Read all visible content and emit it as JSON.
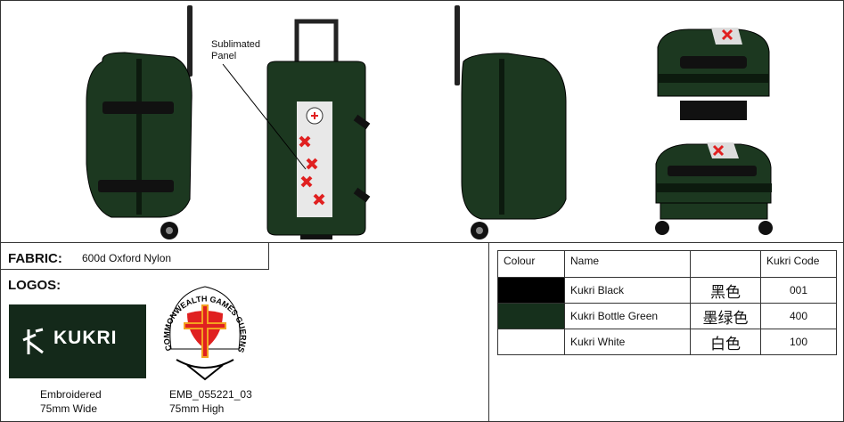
{
  "callout": {
    "line1": "Sublimated",
    "line2": "Panel"
  },
  "fabric": {
    "label": "FABRIC:",
    "value": "600d Oxford Nylon"
  },
  "logos": {
    "label": "LOGOS:",
    "kukri": {
      "wordmark": "KUKRI",
      "caption_line1": "Embroidered",
      "caption_line2": "75mm Wide"
    },
    "cwg": {
      "ring_text": "COMMONWEALTH GAMES GUERNSEY",
      "caption_line1": "EMB_055221_03",
      "caption_line2": "75mm High"
    }
  },
  "colour_table": {
    "headers": [
      "Colour",
      "Name",
      "",
      "Kukri Code"
    ],
    "rows": [
      {
        "swatch": "#000000",
        "name": "Kukri Black",
        "chinese": "黑色",
        "code": "001"
      },
      {
        "swatch": "#16301c",
        "name": "Kukri Bottle Green",
        "chinese": "墨绿色",
        "code": "400"
      },
      {
        "swatch": "#ffffff",
        "name": "Kukri White",
        "chinese": "白色",
        "code": "100"
      }
    ]
  },
  "colors": {
    "bag_green": "#1c3820",
    "accent_red": "#e02020",
    "accent_orange": "#f4a020"
  },
  "icons": [
    "kukri-logo-icon",
    "commonwealth-games-guernsey-crest-icon"
  ]
}
